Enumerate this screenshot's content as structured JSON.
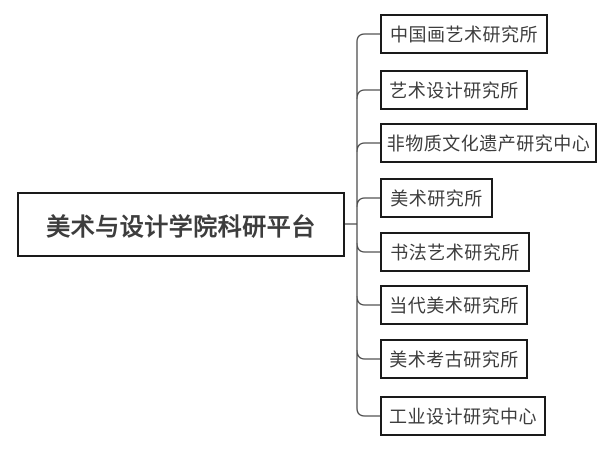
{
  "diagram": {
    "type": "mindmap-tree",
    "root": {
      "label": "美术与设计学院科研平台"
    },
    "children": [
      {
        "label": "中国画艺术研究所"
      },
      {
        "label": "艺术设计研究所"
      },
      {
        "label": "非物质文化遗产研究中心"
      },
      {
        "label": "美术研究所"
      },
      {
        "label": "书法艺术研究所"
      },
      {
        "label": "当代美术研究所"
      },
      {
        "label": "美术考古研究所"
      },
      {
        "label": "工业设计研究中心"
      }
    ],
    "colors": {
      "border": "#1a1a1a",
      "line": "#4d4d4d",
      "text": "#3d3d3d",
      "background": "#ffffff"
    }
  }
}
